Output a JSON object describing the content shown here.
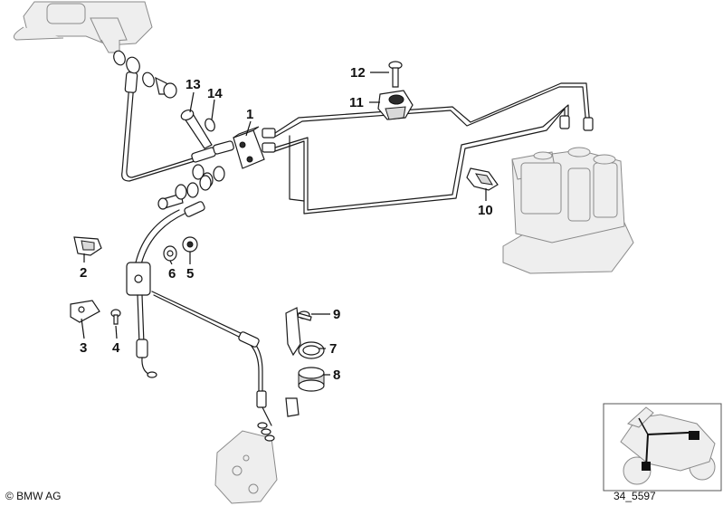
{
  "callouts": [
    {
      "id": "c1",
      "label": "1"
    },
    {
      "id": "c2",
      "label": "2"
    },
    {
      "id": "c3",
      "label": "3"
    },
    {
      "id": "c4",
      "label": "4"
    },
    {
      "id": "c5",
      "label": "5"
    },
    {
      "id": "c6",
      "label": "6"
    },
    {
      "id": "c7",
      "label": "7"
    },
    {
      "id": "c8",
      "label": "8"
    },
    {
      "id": "c9",
      "label": "9"
    },
    {
      "id": "c10",
      "label": "10"
    },
    {
      "id": "c11",
      "label": "11"
    },
    {
      "id": "c12",
      "label": "12"
    },
    {
      "id": "c13",
      "label": "13"
    },
    {
      "id": "c14",
      "label": "14"
    }
  ],
  "footer": {
    "copyright": "© BMW AG",
    "diagram_code": "34_5597"
  }
}
